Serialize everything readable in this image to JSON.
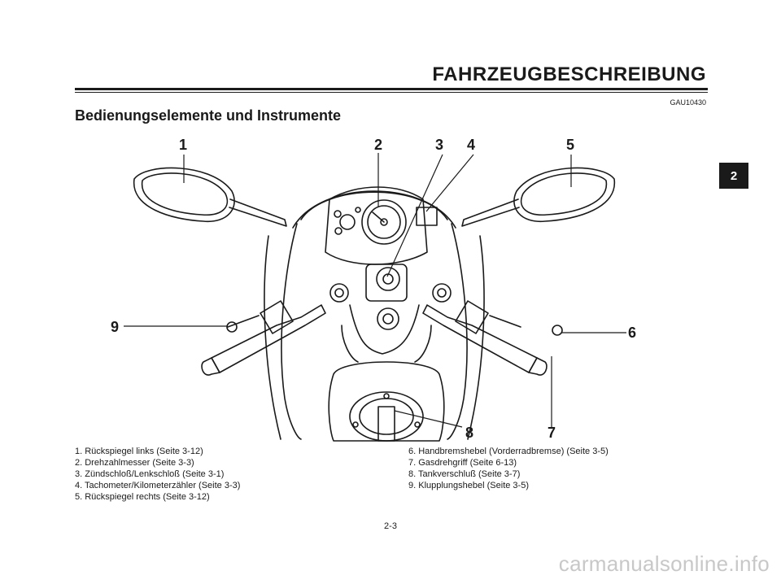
{
  "header": {
    "title": "FAHRZEUGBESCHREIBUNG",
    "code": "GAU10430"
  },
  "section": {
    "title": "Bedienungselemente und Instrumente"
  },
  "chapter_tab": "2",
  "figure": {
    "callouts": [
      "1",
      "2",
      "3",
      "4",
      "5",
      "6",
      "7",
      "8",
      "9"
    ]
  },
  "legend": {
    "left": [
      "1. Rückspiegel links (Seite 3-12)",
      "2. Drehzahlmesser (Seite 3-3)",
      "3. Zündschloß/Lenkschloß (Seite 3-1)",
      "4. Tachometer/Kilometerzähler (Seite 3-3)",
      "5. Rückspiegel rechts (Seite 3-12)"
    ],
    "right": [
      "6. Handbremshebel (Vorderradbremse) (Seite 3-5)",
      "7. Gasdrehgriff (Seite 6-13)",
      "8. Tankverschluß (Seite 3-7)",
      "9. Klupplungshebel (Seite 3-5)"
    ]
  },
  "page_number": "2-3",
  "watermark": "carmanualsonline.info"
}
